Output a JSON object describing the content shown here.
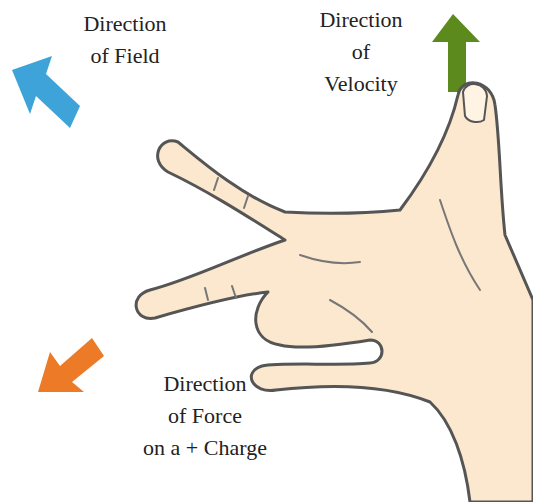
{
  "diagram": {
    "labels": [
      "Direction of Field",
      "Direction of Velocity",
      "Direction of Force on a + Charge"
    ]
  }
}
